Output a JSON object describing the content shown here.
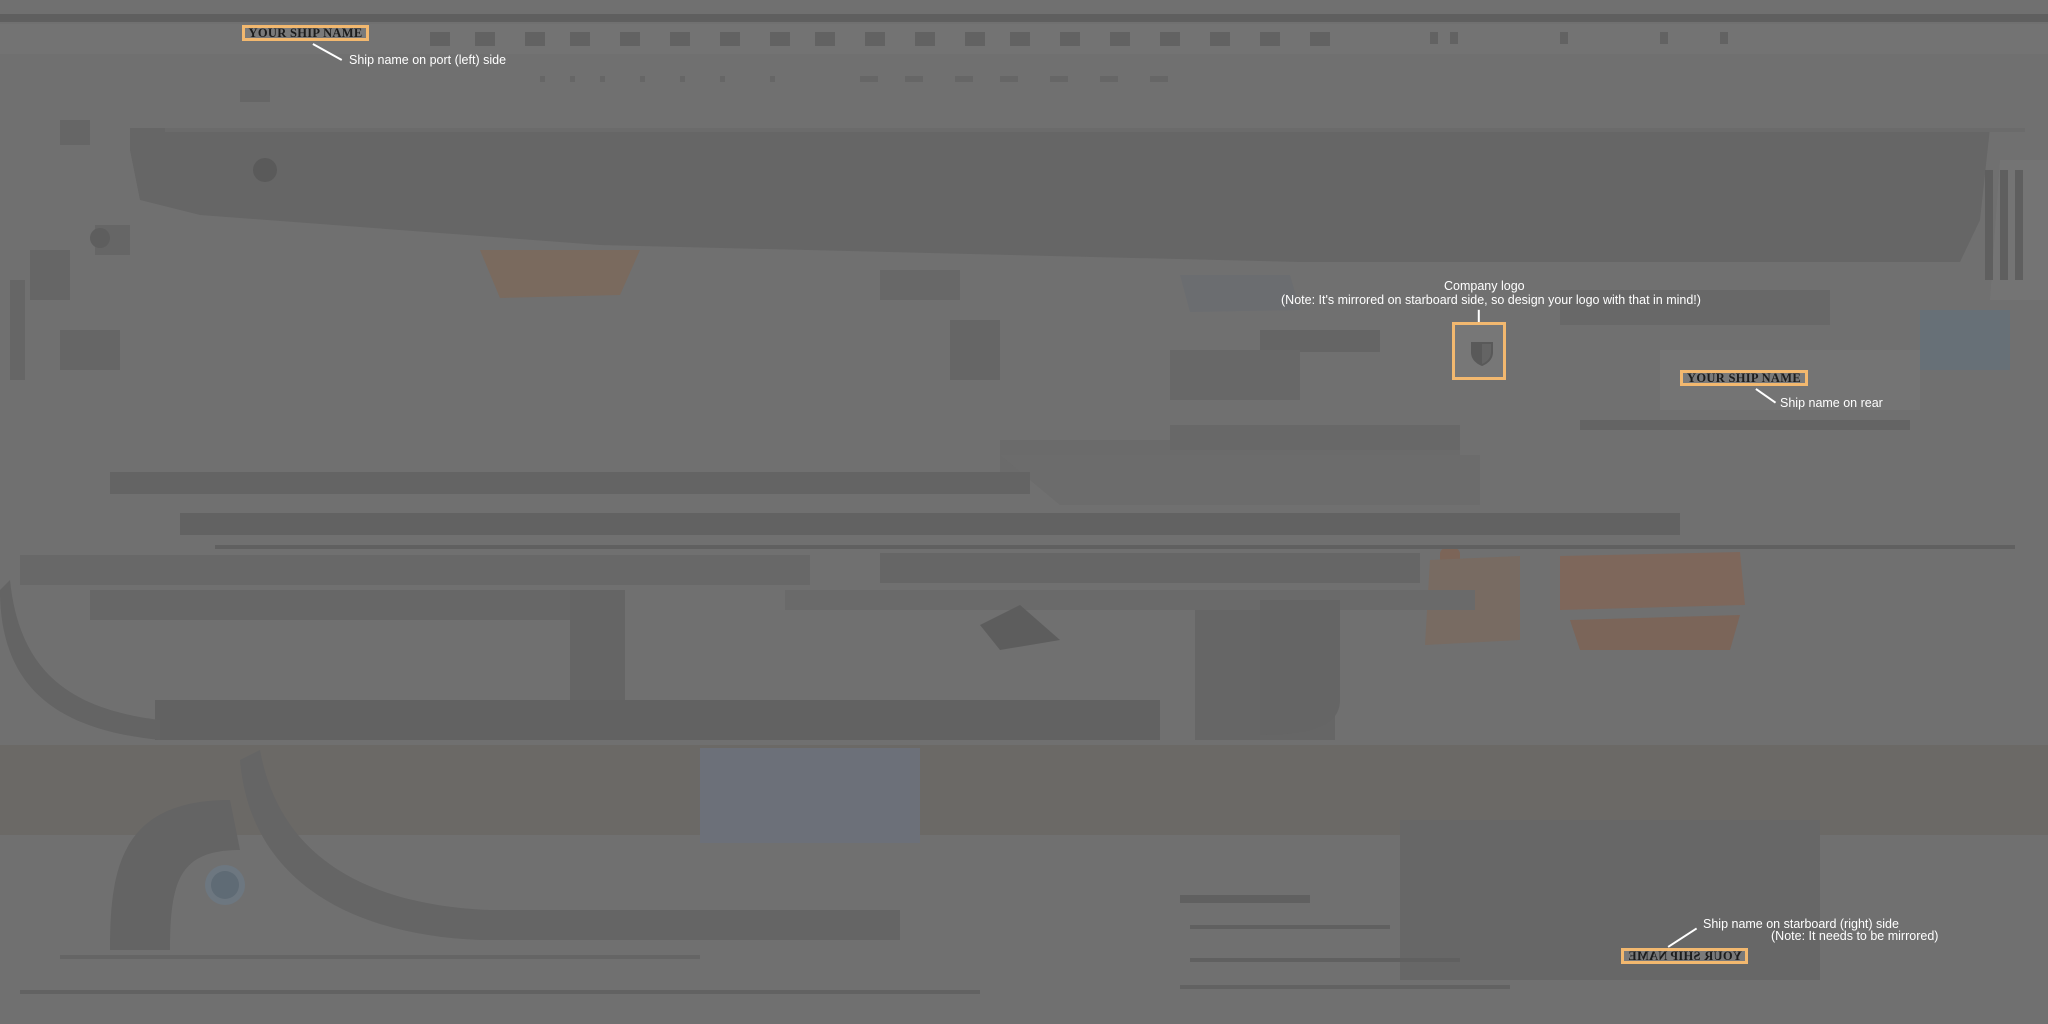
{
  "colors": {
    "background": "#6f6f6f",
    "callout_outline": "#f2b86f",
    "note_text": "#ffffff"
  },
  "callouts": {
    "port": {
      "plate_text": "YOUR SHIP NAME",
      "note": "Ship name on port (left) side"
    },
    "logo": {
      "title": "Company logo",
      "note": "(Note: It's mirrored on starboard side, so design your logo with that in mind!)",
      "icon": "shield-icon"
    },
    "rear": {
      "plate_text": "YOUR SHIP NAME",
      "note": "Ship name on rear"
    },
    "starboard": {
      "note": "Ship name on starboard (right) side",
      "note2": "(Note: It needs to be mirrored)",
      "plate_text": "YOUR SHIP NAME"
    }
  }
}
